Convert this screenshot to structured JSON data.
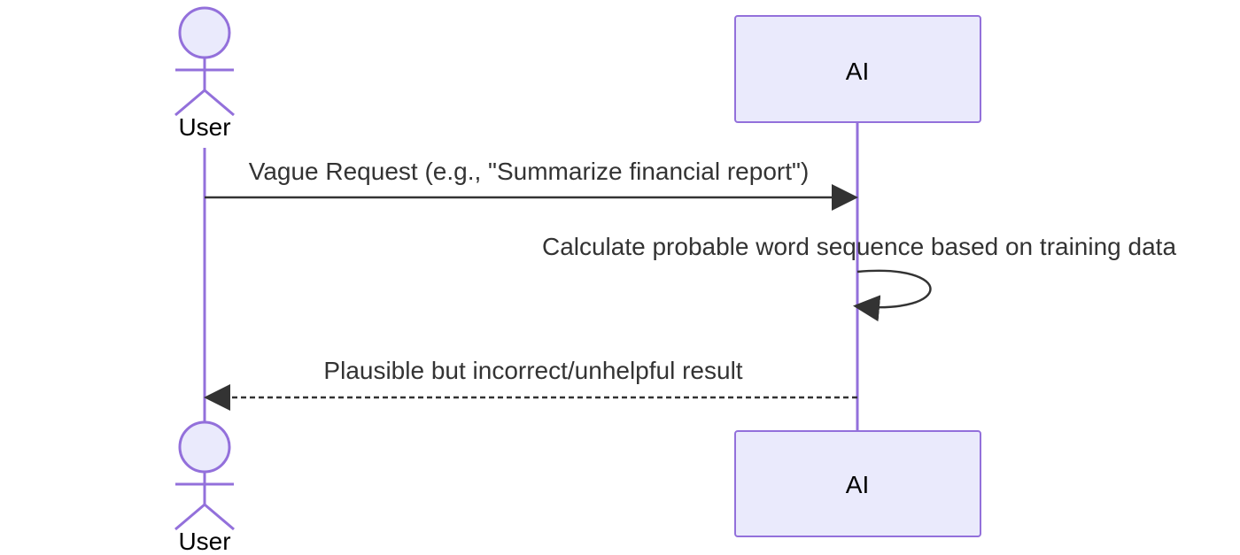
{
  "diagram": {
    "type": "sequence",
    "participants": [
      {
        "id": "user",
        "label": "User",
        "kind": "actor"
      },
      {
        "id": "ai",
        "label": "AI",
        "kind": "participant"
      }
    ],
    "messages": [
      {
        "from": "user",
        "to": "ai",
        "label": "Vague Request (e.g., \"Summarize financial report\")",
        "style": "solid"
      },
      {
        "from": "ai",
        "to": "ai",
        "label": "Calculate probable word sequence based on training data",
        "style": "solid"
      },
      {
        "from": "ai",
        "to": "user",
        "label": "Plausible but incorrect/unhelpful result",
        "style": "dashed"
      }
    ]
  },
  "colors": {
    "participant_fill": "#eaeafc",
    "participant_stroke": "#9370db",
    "lifeline": "#9370db",
    "arrow": "#333333",
    "text": "#333333"
  }
}
